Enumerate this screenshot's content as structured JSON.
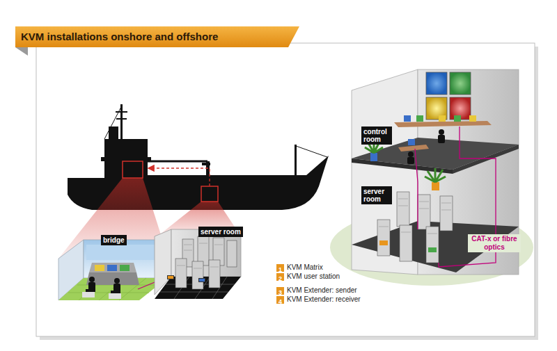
{
  "diagram": {
    "title": "KVM installations onshore and offshore",
    "nodes": [
      {
        "text": [
          "bridge"
        ]
      },
      {
        "text": [
          "server room"
        ]
      },
      {
        "text": [
          "control room"
        ]
      },
      {
        "text": [
          "server room"
        ]
      }
    ],
    "labels": [
      "CAT-x or fibre optics",
      "1",
      "2",
      "3",
      "4"
    ],
    "legend": [
      {
        "text": "KVM Matrix",
        "color": "#e8961e"
      },
      {
        "text": "KVM user station",
        "color": "#e8961e"
      },
      {
        "text": "KVM Extender: sender",
        "color": "#e8961e"
      },
      {
        "text": "KVM Extender: receiver",
        "color": "#e8961e"
      }
    ]
  }
}
